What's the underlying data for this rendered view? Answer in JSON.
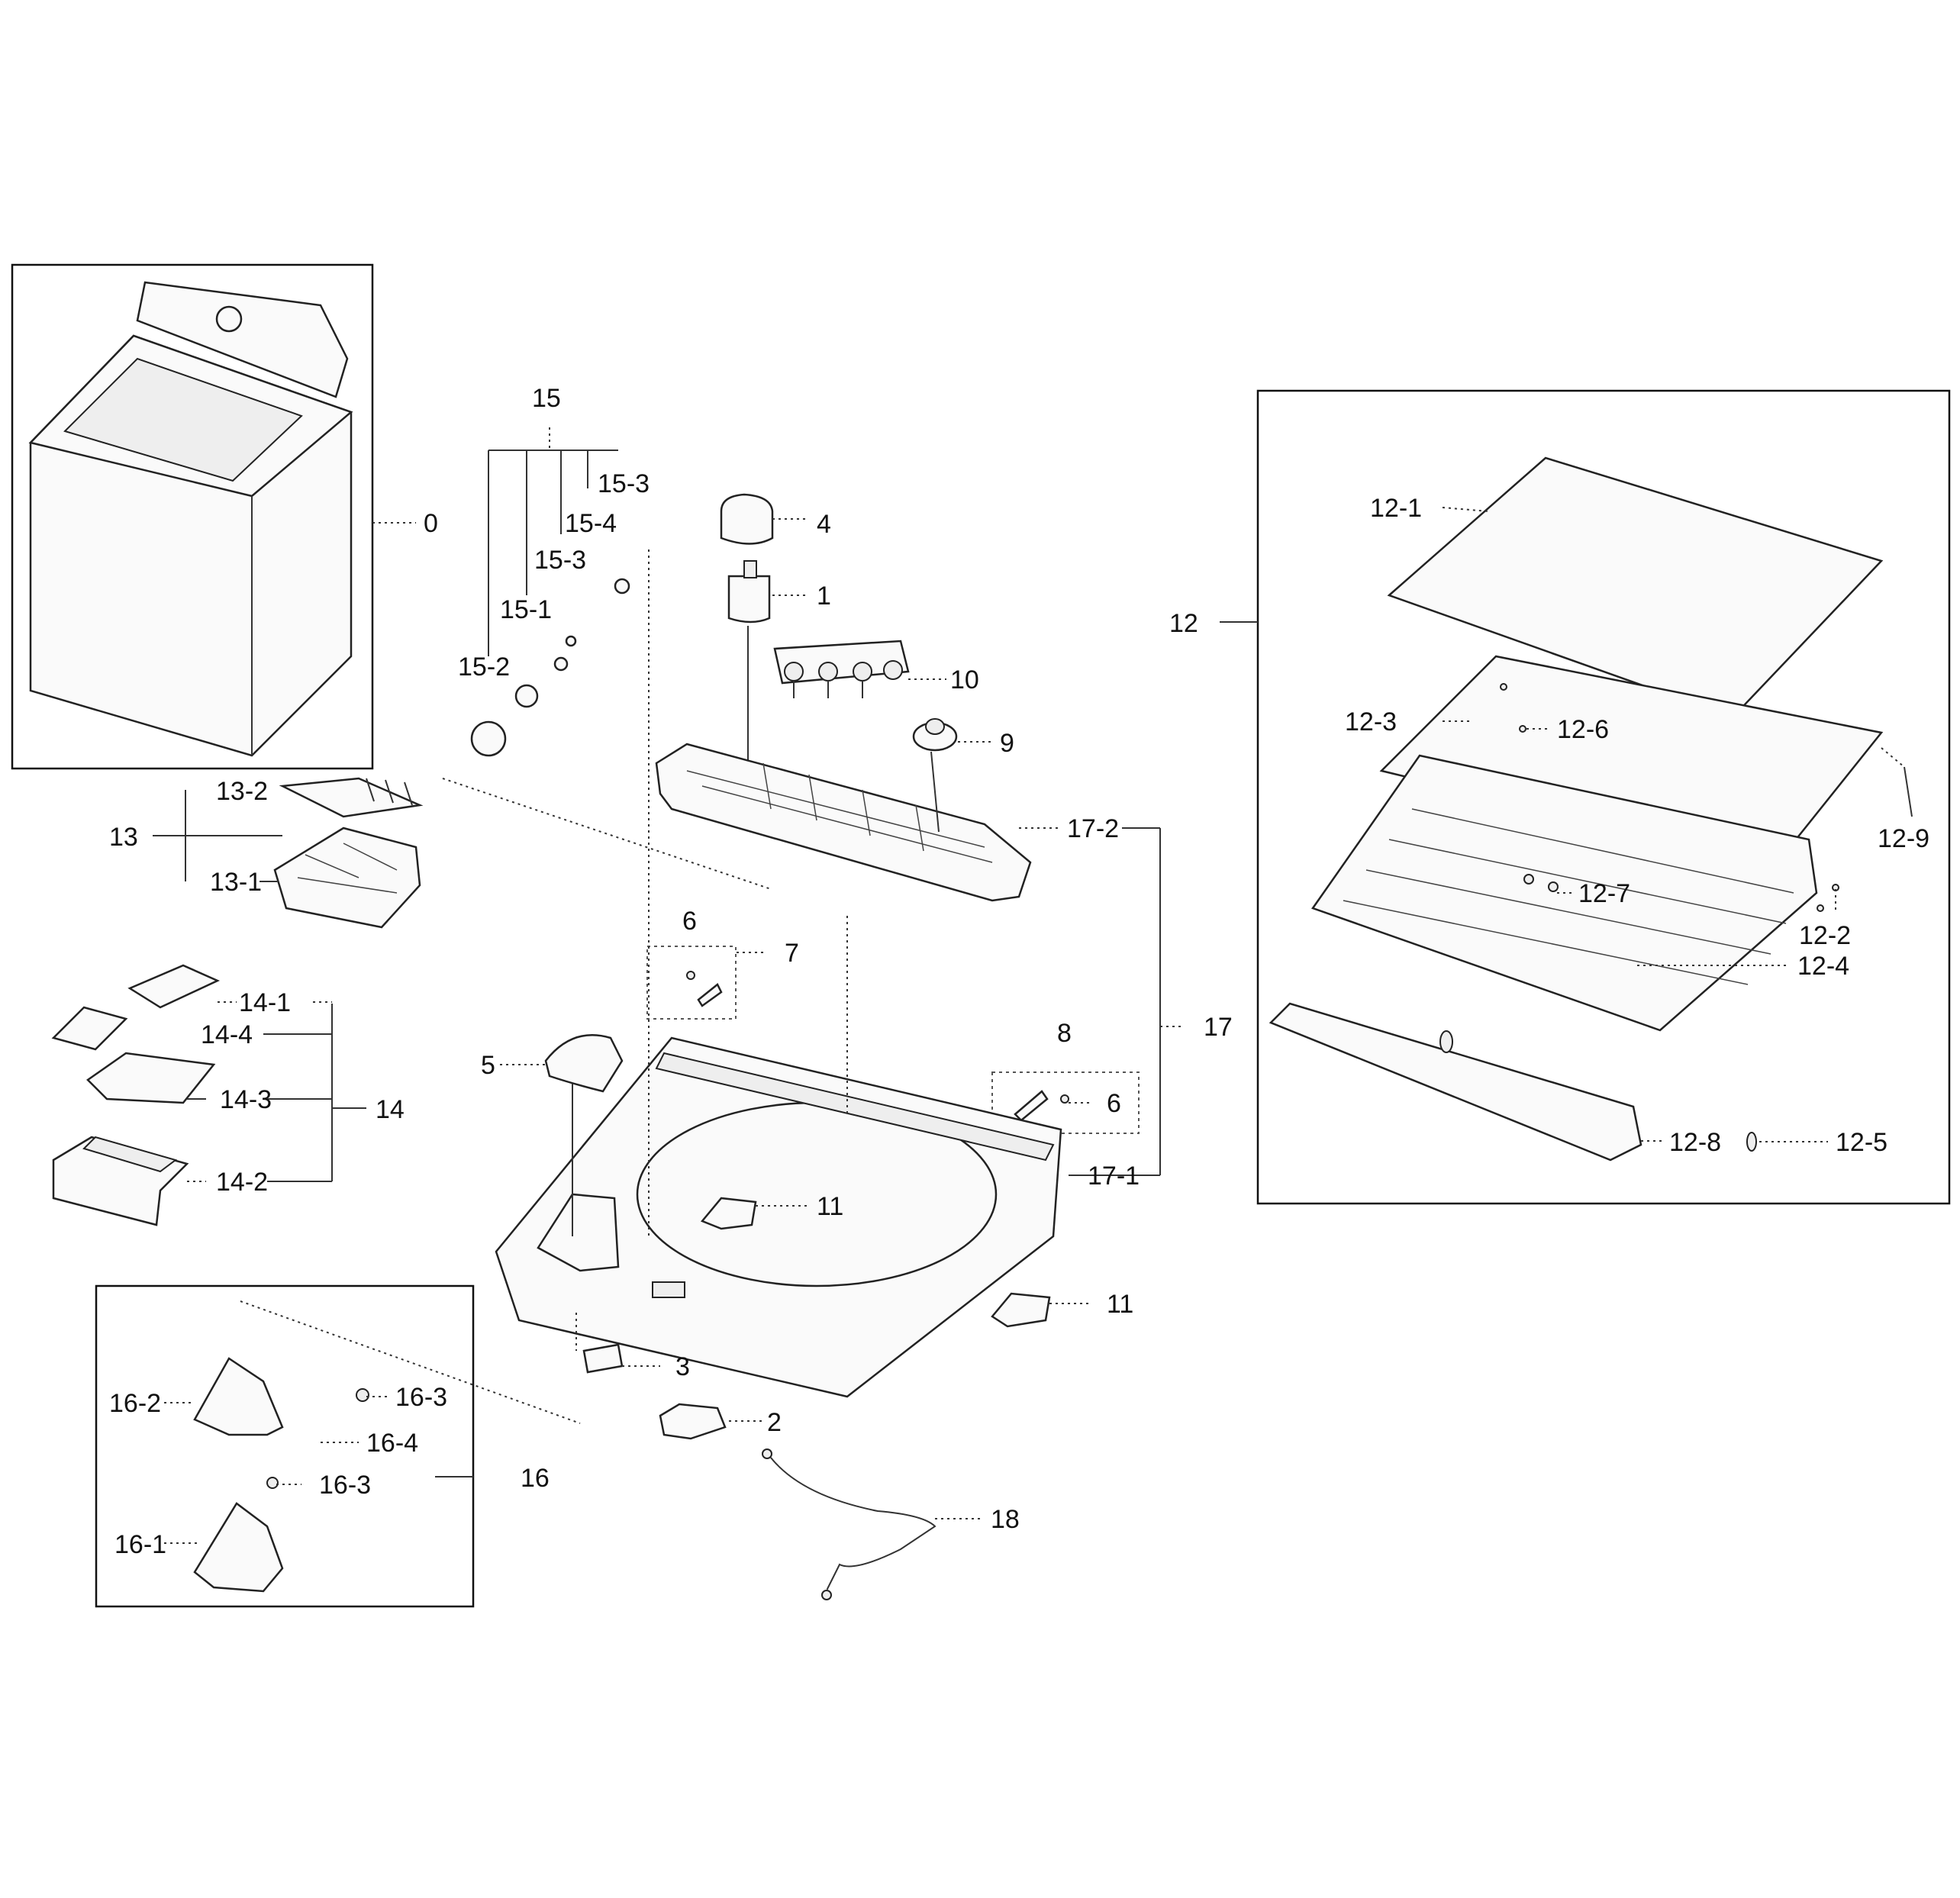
{
  "labels": {
    "l0": "0",
    "l1": "1",
    "l2": "2",
    "l3": "3",
    "l4": "4",
    "l5": "5",
    "l6a": "6",
    "l6b": "6",
    "l7": "7",
    "l8": "8",
    "l9": "9",
    "l10": "10",
    "l11a": "11",
    "l11b": "11",
    "l12": "12",
    "l12_1": "12-1",
    "l12_2": "12-2",
    "l12_3": "12-3",
    "l12_4": "12-4",
    "l12_5": "12-5",
    "l12_6": "12-6",
    "l12_7": "12-7",
    "l12_8": "12-8",
    "l12_9": "12-9",
    "l13": "13",
    "l13_1": "13-1",
    "l13_2": "13-2",
    "l14": "14",
    "l14_1": "14-1",
    "l14_2": "14-2",
    "l14_3": "14-3",
    "l14_4": "14-4",
    "l15": "15",
    "l15_1": "15-1",
    "l15_2": "15-2",
    "l15_3a": "15-3",
    "l15_3b": "15-3",
    "l15_4": "15-4",
    "l16": "16",
    "l16_1": "16-1",
    "l16_2": "16-2",
    "l16_3a": "16-3",
    "l16_3b": "16-3",
    "l16_4": "16-4",
    "l17": "17",
    "l17_1": "17-1",
    "l17_2": "17-2",
    "l18": "18"
  }
}
